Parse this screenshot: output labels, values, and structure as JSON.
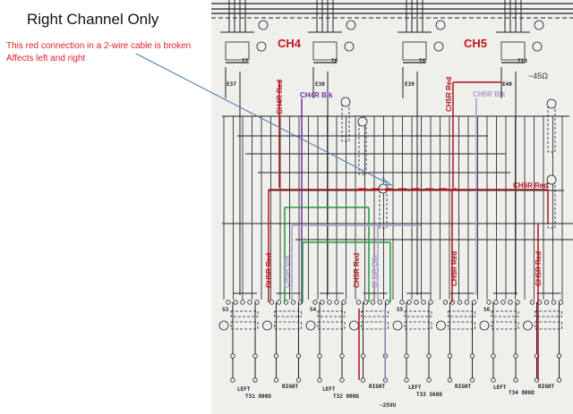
{
  "title": "Right Channel Only",
  "note": {
    "line1": "This red connection in a 2-wire cable is broken",
    "line2": "Affects left and right"
  },
  "channels": {
    "ch4": "CH4",
    "ch5": "CH5"
  },
  "impedance": "~45Ω",
  "wire_labels": {
    "ch4r_red": "CH4R Red",
    "ch4r_blk": "CH4R Blk",
    "ch5r_red_top": "CH5R Red",
    "ch5r_blk_top": "CH5R Blk",
    "ch5r_red_horizontal": "CH5R Red",
    "bottom": [
      "CH5R Red",
      "CH5R Blk",
      "CH5R Red",
      "CH5R Blk",
      "CH5R Red",
      "CH5R Red"
    ]
  },
  "schematic_text": {
    "transformers": [
      "T7",
      "T6",
      "T8",
      "T10"
    ],
    "connectors": [
      "E37",
      "E38",
      "E39",
      "E40"
    ],
    "switches": [
      "S3",
      "S4",
      "S5",
      "S6"
    ],
    "outputs": [
      {
        "left": "LEFT",
        "right": "RIGHT",
        "name": "T31 800Ω"
      },
      {
        "left": "LEFT",
        "right": "RIGHT",
        "name": "T32 800Ω"
      },
      {
        "left": "LEFT",
        "right": "RIGHT",
        "name": "T33 560Ω"
      },
      {
        "left": "LEFT",
        "right": "RIGHT",
        "name": "T34 800Ω"
      }
    ],
    "footer": "~25VU"
  },
  "colors": {
    "annotation_red": "#e0202a",
    "wire_red": "#b0121b",
    "ch4_blk": "#7030a0",
    "ch5_blk": "#a99cd0",
    "green": "#1f9a3c",
    "arrow": "#4a78b0",
    "paper": "#efefec"
  }
}
